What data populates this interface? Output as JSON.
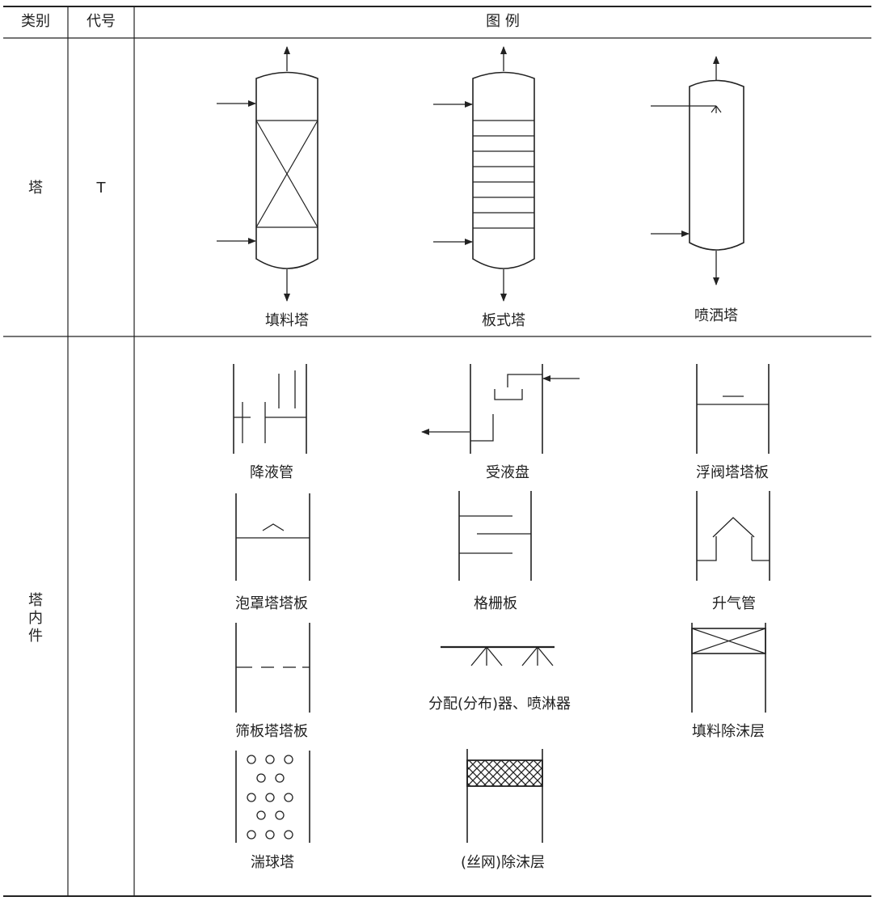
{
  "header": {
    "category": "类别",
    "code": "代号",
    "legend": "图 例"
  },
  "rows": [
    {
      "category": "塔",
      "code": "T"
    },
    {
      "category": "塔内件",
      "code": ""
    }
  ],
  "towers": {
    "packed": "填料塔",
    "plate": "板式塔",
    "spray": "喷洒塔"
  },
  "internals": {
    "downcomer": "降液管",
    "receiving_pan": "受液盘",
    "valve_tray": "浮阀塔塔板",
    "bubble_cap_tray": "泡罩塔塔板",
    "grid_plate": "格栅板",
    "riser": "升气管",
    "sieve_tray": "筛板塔塔板",
    "distributor": "分配(分布)器、喷淋器",
    "packed_demister": "填料除沫层",
    "turbulent_ball": "湍球塔",
    "mesh_demister": "(丝网)除沫层"
  }
}
